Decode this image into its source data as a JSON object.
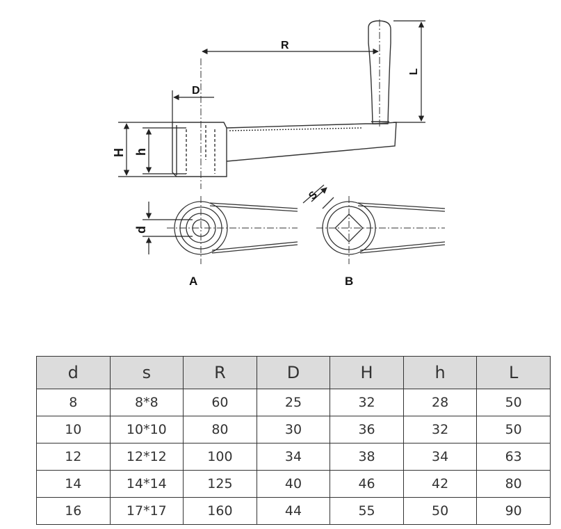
{
  "diagram": {
    "dimension_labels": {
      "R": "R",
      "L": "L",
      "D": "D",
      "H": "H",
      "h": "h",
      "d": "d",
      "s": "S"
    },
    "view_labels": {
      "a": "A",
      "b": "B"
    }
  },
  "table": {
    "headers": [
      "d",
      "s",
      "R",
      "D",
      "H",
      "h",
      "L"
    ],
    "rows": [
      [
        "8",
        "8*8",
        "60",
        "25",
        "32",
        "28",
        "50"
      ],
      [
        "10",
        "10*10",
        "80",
        "30",
        "36",
        "32",
        "50"
      ],
      [
        "12",
        "12*12",
        "100",
        "34",
        "38",
        "34",
        "63"
      ],
      [
        "14",
        "14*14",
        "125",
        "40",
        "46",
        "42",
        "80"
      ],
      [
        "16",
        "17*17",
        "160",
        "44",
        "55",
        "50",
        "90"
      ]
    ]
  }
}
